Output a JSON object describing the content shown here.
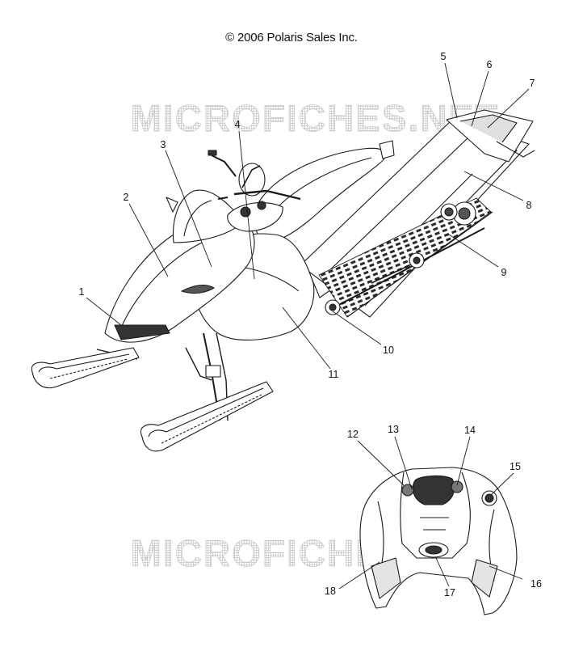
{
  "copyright": "© 2006 Polaris Sales Inc.",
  "watermark": "MICROFICHES.NET",
  "callouts": [
    "1",
    "2",
    "3",
    "4",
    "5",
    "6",
    "7",
    "8",
    "9",
    "10",
    "11",
    "12",
    "13",
    "14",
    "15",
    "16",
    "17",
    "18"
  ],
  "colors": {
    "line": "#1a1a1a",
    "watermark": "#c9c9c9",
    "shade": "#8a8a8a"
  }
}
